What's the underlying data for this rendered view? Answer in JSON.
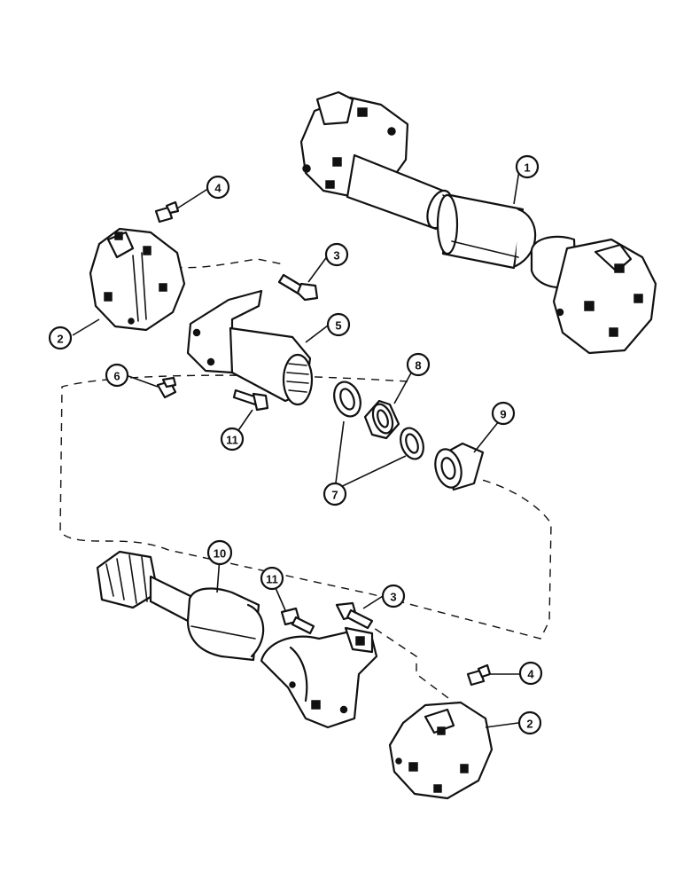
{
  "diagram": {
    "callouts": [
      {
        "id": "c1",
        "label": "1"
      },
      {
        "id": "c2a",
        "label": "2"
      },
      {
        "id": "c2b",
        "label": "2"
      },
      {
        "id": "c3a",
        "label": "3"
      },
      {
        "id": "c3b",
        "label": "3"
      },
      {
        "id": "c4a",
        "label": "4"
      },
      {
        "id": "c4b",
        "label": "4"
      },
      {
        "id": "c5",
        "label": "5"
      },
      {
        "id": "c6",
        "label": "6"
      },
      {
        "id": "c7",
        "label": "7"
      },
      {
        "id": "c8",
        "label": "8"
      },
      {
        "id": "c9",
        "label": "9"
      },
      {
        "id": "c10",
        "label": "10"
      },
      {
        "id": "c11a",
        "label": "11"
      },
      {
        "id": "c11b",
        "label": "11"
      }
    ]
  }
}
